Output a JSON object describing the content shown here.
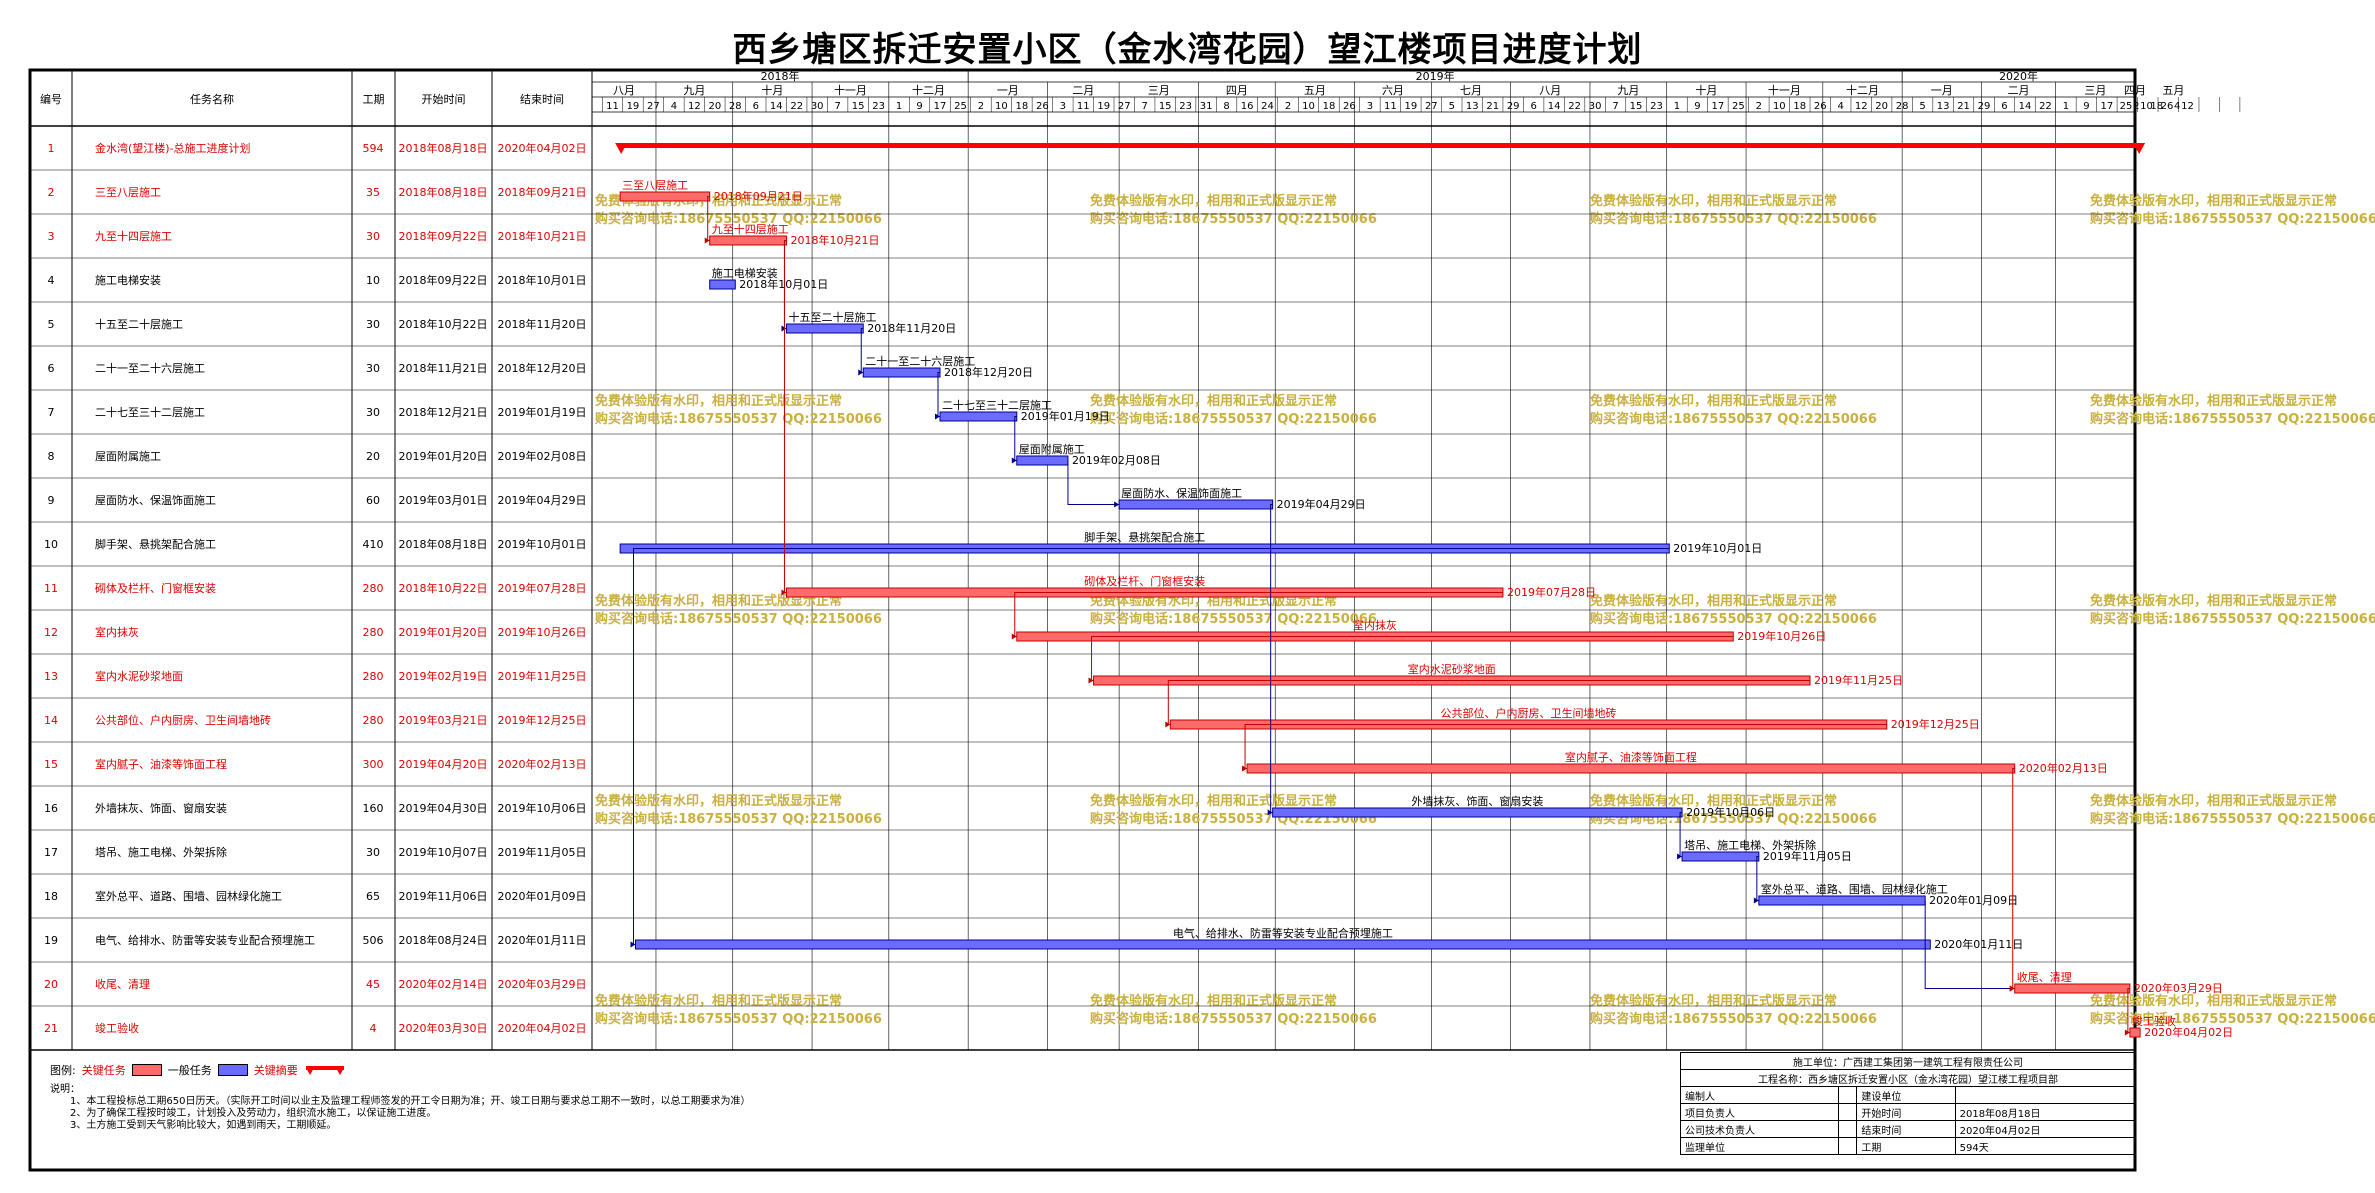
{
  "title": "西乡塘区拆迁安置小区（金水湾花园）望江楼项目进度计划",
  "headers": {
    "id": "编号",
    "name": "任务名称",
    "dur": "工期",
    "start": "开始时间",
    "end": "结束时间"
  },
  "years": [
    {
      "label": "2018年",
      "months": [
        "八月",
        "九月",
        "十月",
        "十一月",
        "十二月"
      ]
    },
    {
      "label": "2019年",
      "months": [
        "一月",
        "二月",
        "三月",
        "四月",
        "五月",
        "六月",
        "七月",
        "八月",
        "九月",
        "十月",
        "十一月",
        "十二月"
      ]
    },
    {
      "label": "2020年",
      "months": [
        "一月",
        "二月",
        "三月",
        "四月",
        "五月"
      ]
    }
  ],
  "tick_days": [
    "11",
    "19",
    "27",
    "4",
    "12",
    "20",
    "28",
    "6",
    "14",
    "22",
    "30",
    "7",
    "15",
    "23",
    "1",
    "9",
    "17",
    "25",
    "2",
    "10",
    "18",
    "26",
    "3",
    "11",
    "19",
    "27",
    "7",
    "15",
    "23",
    "31",
    "8",
    "16",
    "24",
    "2",
    "10",
    "18",
    "26",
    "3",
    "11",
    "19",
    "27",
    "5",
    "13",
    "21",
    "29",
    "6",
    "14",
    "22",
    "30",
    "7",
    "15",
    "23",
    "1",
    "9",
    "17",
    "25",
    "2",
    "10",
    "18",
    "26",
    "4",
    "12",
    "20",
    "28",
    "5",
    "13",
    "21",
    "29",
    "6",
    "14",
    "22",
    "1",
    "9",
    "17",
    "25",
    "2",
    "10",
    "18",
    "26",
    "4",
    "12"
  ],
  "tasks": [
    {
      "id": "1",
      "name": "金水湾(望江楼)-总施工进度计划",
      "dur": "594",
      "start": "2018年08月18日",
      "end": "2020年04月02日",
      "critical": true,
      "summary": true
    },
    {
      "id": "2",
      "name": "三至八层施工",
      "dur": "35",
      "start": "2018年08月18日",
      "end": "2018年09月21日",
      "critical": true,
      "bar_label": "三至八层施工",
      "end_label": "2018年09月21日"
    },
    {
      "id": "3",
      "name": "九至十四层施工",
      "dur": "30",
      "start": "2018年09月22日",
      "end": "2018年10月21日",
      "critical": true,
      "bar_label": "九至十四层施工",
      "end_label": "2018年10月21日"
    },
    {
      "id": "4",
      "name": "施工电梯安装",
      "dur": "10",
      "start": "2018年09月22日",
      "end": "2018年10月01日",
      "critical": false,
      "bar_label": "施工电梯安装",
      "end_label": "2018年10月01日"
    },
    {
      "id": "5",
      "name": "十五至二十层施工",
      "dur": "30",
      "start": "2018年10月22日",
      "end": "2018年11月20日",
      "critical": false,
      "bar_label": "十五至二十层施工",
      "end_label": "2018年11月20日"
    },
    {
      "id": "6",
      "name": "二十一至二十六层施工",
      "dur": "30",
      "start": "2018年11月21日",
      "end": "2018年12月20日",
      "critical": false,
      "bar_label": "二十一至二十六层施工",
      "end_label": "2018年12月20日"
    },
    {
      "id": "7",
      "name": "二十七至三十二层施工",
      "dur": "30",
      "start": "2018年12月21日",
      "end": "2019年01月19日",
      "critical": false,
      "bar_label": "二十七至三十二层施工",
      "end_label": "2019年01月19日"
    },
    {
      "id": "8",
      "name": "屋面附属施工",
      "dur": "20",
      "start": "2019年01月20日",
      "end": "2019年02月08日",
      "critical": false,
      "bar_label": "屋面附属施工",
      "end_label": "2019年02月08日"
    },
    {
      "id": "9",
      "name": "屋面防水、保温饰面施工",
      "dur": "60",
      "start": "2019年03月01日",
      "end": "2019年04月29日",
      "critical": false,
      "bar_label": "屋面防水、保温饰面施工",
      "end_label": "2019年04月29日"
    },
    {
      "id": "10",
      "name": "脚手架、悬挑架配合施工",
      "dur": "410",
      "start": "2018年08月18日",
      "end": "2019年10月01日",
      "critical": false,
      "bar_label": "脚手架、悬挑架配合施工",
      "end_label": "2019年10月01日"
    },
    {
      "id": "11",
      "name": "砌体及栏杆、门窗框安装",
      "dur": "280",
      "start": "2018年10月22日",
      "end": "2019年07月28日",
      "critical": true,
      "bar_label": "砌体及栏杆、门窗框安装",
      "end_label": "2019年07月28日"
    },
    {
      "id": "12",
      "name": "室内抹灰",
      "dur": "280",
      "start": "2019年01月20日",
      "end": "2019年10月26日",
      "critical": true,
      "bar_label": "室内抹灰",
      "end_label": "2019年10月26日"
    },
    {
      "id": "13",
      "name": "室内水泥砂浆地面",
      "dur": "280",
      "start": "2019年02月19日",
      "end": "2019年11月25日",
      "critical": true,
      "bar_label": "室内水泥砂浆地面",
      "end_label": "2019年11月25日"
    },
    {
      "id": "14",
      "name": "公共部位、户内厨房、卫生间墙地砖",
      "dur": "280",
      "start": "2019年03月21日",
      "end": "2019年12月25日",
      "critical": true,
      "bar_label": "公共部位、户内厨房、卫生间墙地砖",
      "end_label": "2019年12月25日"
    },
    {
      "id": "15",
      "name": "室内腻子、油漆等饰面工程",
      "dur": "300",
      "start": "2019年04月20日",
      "end": "2020年02月13日",
      "critical": true,
      "bar_label": "室内腻子、油漆等饰面工程",
      "end_label": "2020年02月13日"
    },
    {
      "id": "16",
      "name": "外墙抹灰、饰面、窗扇安装",
      "dur": "160",
      "start": "2019年04月30日",
      "end": "2019年10月06日",
      "critical": false,
      "bar_label": "外墙抹灰、饰面、窗扇安装",
      "end_label": "2019年10月06日"
    },
    {
      "id": "17",
      "name": "塔吊、施工电梯、外架拆除",
      "dur": "30",
      "start": "2019年10月07日",
      "end": "2019年11月05日",
      "critical": false,
      "bar_label": "塔吊、施工电梯、外架拆除",
      "end_label": "2019年11月05日"
    },
    {
      "id": "18",
      "name": "室外总平、道路、围墙、园林绿化施工",
      "dur": "65",
      "start": "2019年11月06日",
      "end": "2020年01月09日",
      "critical": false,
      "bar_label": "室外总平、道路、围墙、园林绿化施工",
      "end_label": "2020年01月09日"
    },
    {
      "id": "19",
      "name": "电气、给排水、防雷等安装专业配合预埋施工",
      "dur": "506",
      "start": "2018年08月24日",
      "end": "2020年01月11日",
      "critical": false,
      "bar_label": "电气、给排水、防雷等安装专业配合预埋施工",
      "end_label": "2020年01月11日"
    },
    {
      "id": "20",
      "name": "收尾、清理",
      "dur": "45",
      "start": "2020年02月14日",
      "end": "2020年03月29日",
      "critical": true,
      "bar_label": "收尾、清理",
      "end_label": "2020年03月29日"
    },
    {
      "id": "21",
      "name": "竣工验收",
      "dur": "4",
      "start": "2020年03月30日",
      "end": "2020年04月02日",
      "critical": true,
      "bar_label": "竣工验收",
      "end_label": "2020年04月02日"
    }
  ],
  "watermark": {
    "line1": "免费体验版有水印，相用和正式版显示正常",
    "line2": "购买咨询电话:18675550537 QQ:22150066"
  },
  "legend": {
    "label": "图例:",
    "critical": "关键任务",
    "normal": "一般任务",
    "key_summary": "关键摘要"
  },
  "notes": {
    "label": "说明：",
    "items": [
      "1、本工程投标总工期650日历天。（实际开工时间以业主及监理工程师签发的开工令日期为准；开、竣工日期与要求总工期不一致时，以总工期要求为准）",
      "2、为了确保工程按时竣工，计划投入及劳动力，组织流水施工，以保证施工进度。",
      "3、土方施工受到天气影响比较大，如遇到雨天，工期顺延。"
    ]
  },
  "title_block": {
    "unit_label": "施工单位：",
    "unit": "广西建工集团第一建筑工程有限责任公司",
    "project_label": "工程名称：",
    "project": "西乡塘区拆迁安置小区（金水湾花园）望江楼工程项目部",
    "editor": "编制人",
    "owner_unit": "建设单位",
    "pm": "项目负责人",
    "start_label": "开始时间",
    "start_value": "2018年08月18日",
    "tech": "公司技术负责人",
    "end_label": "结束时间",
    "end_value": "2020年04月02日",
    "supervisor": "监理单位",
    "dur_label": "工期",
    "dur_value": "594天"
  },
  "colors": {
    "critical": "#ff6b6b",
    "critical_border": "#c00000",
    "normal": "#6b6bff",
    "normal_border": "#00008b",
    "summary": "#ff0000",
    "watermark": "#c9b040",
    "red_text": "#e00000",
    "grid": "#000000"
  }
}
